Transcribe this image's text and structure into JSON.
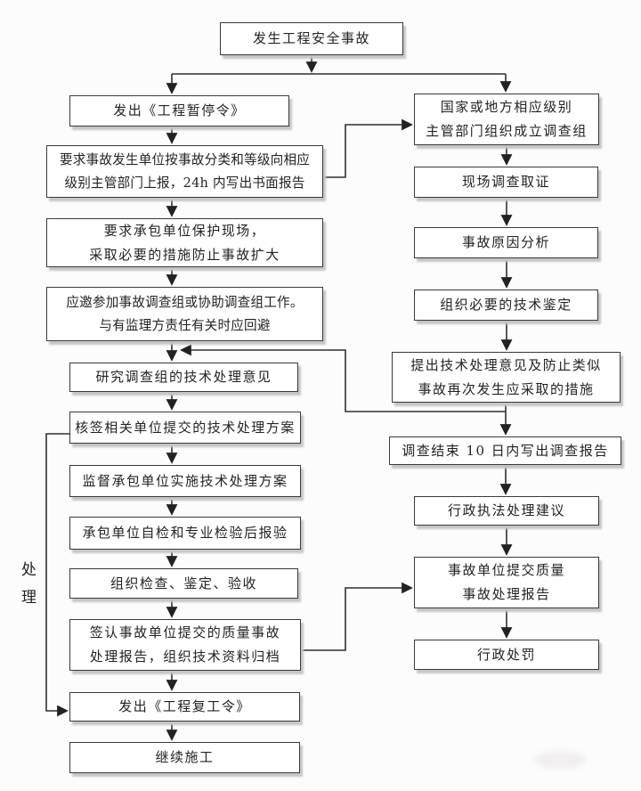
{
  "diagram": {
    "side_label": "处理",
    "nodes": {
      "start": "发生工程安全事故",
      "l1": "发出《工程暂停令》",
      "l2": "要求事故发生单位按事故分类和等级向相应\n级别主管部门上报，24h 内写出书面报告",
      "l3": "要求承包单位保护现场，\n采取必要的措施防止事故扩大",
      "l4": "应邀参加事故调查组或协助调查组工作。\n与有监理方责任有关时应回避",
      "l5": "研究调查组的技术处理意见",
      "l6": "核签相关单位提交的技术处理方案",
      "l7": "监督承包单位实施技术处理方案",
      "l8": "承包单位自检和专业检验后报验",
      "l9": "组织检查、鉴定、验收",
      "l10": "签认事故单位提交的质量事故\n处理报告，组织技术资料归档",
      "l11": "发出《工程复工令》",
      "l12": "继续施工",
      "r1": "国家或地方相应级别\n主管部门组织成立调查组",
      "r2": "现场调查取证",
      "r3": "事故原因分析",
      "r4": "组织必要的技术鉴定",
      "r5": "提出技术处理意见及防止类似\n事故再次发生应采取的措施",
      "r6": "调查结束 10 日内写出调查报告",
      "r7": "行政执法处理建议",
      "r8": "事故单位提交质量\n事故处理报告",
      "r9": "行政处罚"
    },
    "edges": [
      {
        "from": "start",
        "to": "l1"
      },
      {
        "from": "start",
        "to": "r1"
      },
      {
        "from": "l1",
        "to": "l2"
      },
      {
        "from": "l2",
        "to": "r1"
      },
      {
        "from": "l2",
        "to": "l3"
      },
      {
        "from": "l3",
        "to": "l4"
      },
      {
        "from": "l4",
        "to": "l5"
      },
      {
        "from": "r5",
        "to": "l5"
      },
      {
        "from": "l5",
        "to": "l6"
      },
      {
        "from": "l6",
        "to": "l7"
      },
      {
        "from": "l6",
        "to": "l11"
      },
      {
        "from": "l7",
        "to": "l8"
      },
      {
        "from": "l8",
        "to": "l9"
      },
      {
        "from": "l9",
        "to": "l10"
      },
      {
        "from": "l10",
        "to": "l11"
      },
      {
        "from": "l10",
        "to": "r8"
      },
      {
        "from": "l11",
        "to": "l12"
      },
      {
        "from": "r1",
        "to": "r2"
      },
      {
        "from": "r2",
        "to": "r3"
      },
      {
        "from": "r3",
        "to": "r4"
      },
      {
        "from": "r4",
        "to": "r5"
      },
      {
        "from": "r5",
        "to": "r6"
      },
      {
        "from": "r6",
        "to": "r7"
      },
      {
        "from": "r7",
        "to": "r8"
      },
      {
        "from": "r8",
        "to": "r9"
      }
    ],
    "colors": {
      "line": "#2f2f2f",
      "box_border": "#3a3a3a",
      "box_fill": "#ffffff",
      "box_shadow": "#c6c4c4",
      "text": "#232323",
      "background": "#fdfcfc"
    }
  }
}
